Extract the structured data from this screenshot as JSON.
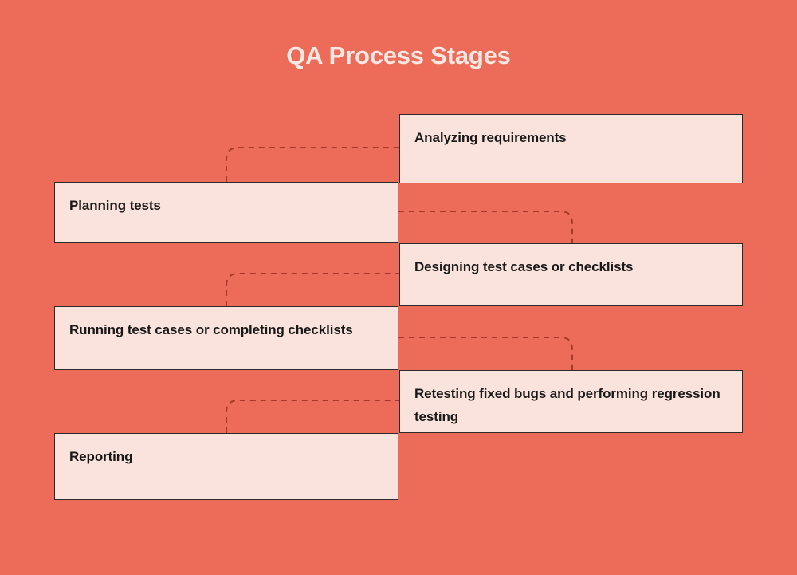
{
  "page": {
    "title": "QA Process Stages",
    "background_color": "#ec6c59",
    "box_fill_color": "#fbe3dd",
    "box_border_color": "#2b2b2b",
    "connector_color": "#a8392a",
    "title_color": "#fbe8e2",
    "text_color": "#191919"
  },
  "diagram": {
    "type": "staggered-step-flow",
    "orientation": "vertical-zigzag",
    "connector_style": "dashed-curved",
    "steps": [
      {
        "index": 1,
        "label": "Analyzing requirements",
        "side": "right"
      },
      {
        "index": 2,
        "label": "Planning tests",
        "side": "left"
      },
      {
        "index": 3,
        "label": "Designing test cases or checklists",
        "side": "right"
      },
      {
        "index": 4,
        "label": "Running test cases or completing checklists",
        "side": "left"
      },
      {
        "index": 5,
        "label": "Retesting fixed bugs and performing regression testing",
        "side": "right"
      },
      {
        "index": 6,
        "label": "Reporting",
        "side": "left"
      }
    ]
  }
}
